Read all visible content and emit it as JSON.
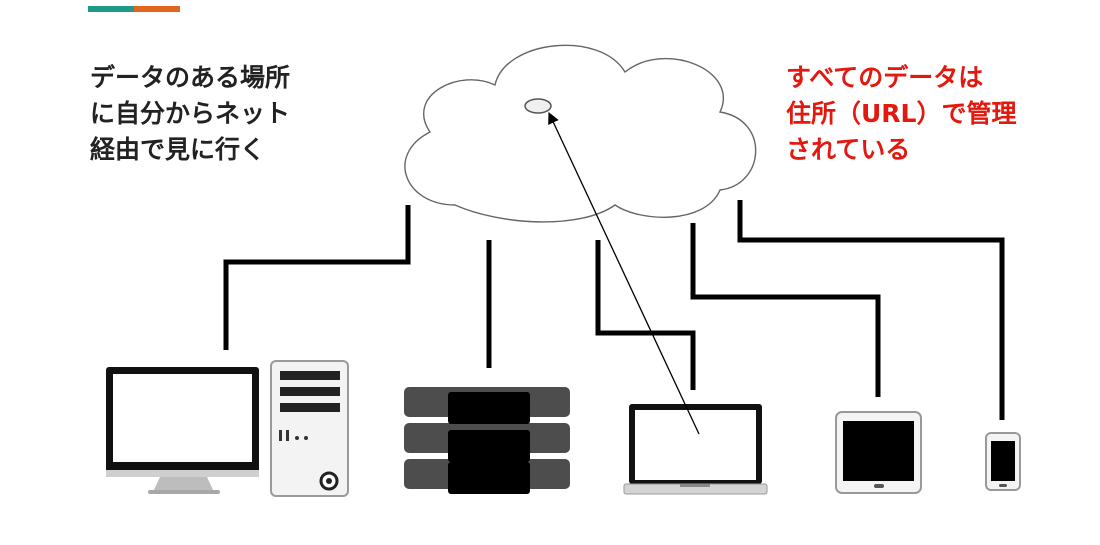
{
  "colors": {
    "accent_teal": "#1d9a8a",
    "accent_orange": "#e2661f",
    "note_left": "#222222",
    "note_right": "#e3180f",
    "line": "#000000"
  },
  "notes": {
    "left": [
      "データのある場所",
      "に自分からネット",
      "経由で見に行く"
    ],
    "right": [
      "すべてのデータは",
      "住所（URL）で管理",
      "されている"
    ]
  },
  "icons": {
    "cloud": "cloud-icon",
    "url_address": "url-address-icon",
    "desktop_monitor": "desktop-monitor-icon",
    "desktop_tower": "desktop-tower-icon",
    "server_rack": "server-rack-icon",
    "laptop": "laptop-icon",
    "tablet": "tablet-icon",
    "smartphone": "smartphone-icon"
  }
}
